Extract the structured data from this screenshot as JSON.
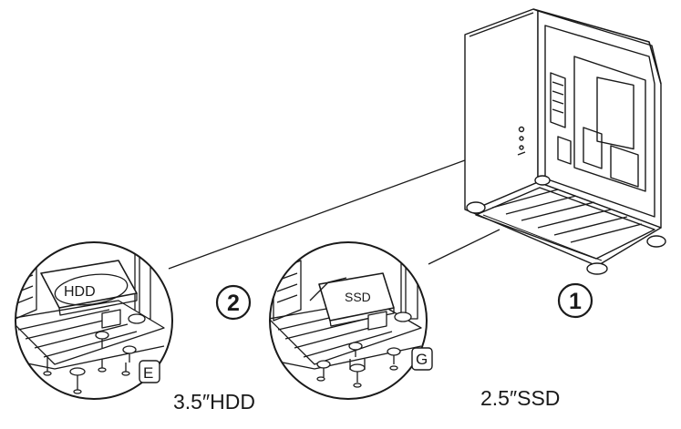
{
  "steps": [
    {
      "number": "1"
    },
    {
      "number": "2"
    }
  ],
  "hdd_detail": {
    "drive_label": "HDD",
    "screw_tag": "E",
    "caption": "3.5″HDD"
  },
  "ssd_detail": {
    "drive_label": "SSD",
    "screw_tag": "G",
    "caption": "2.5″SSD"
  }
}
